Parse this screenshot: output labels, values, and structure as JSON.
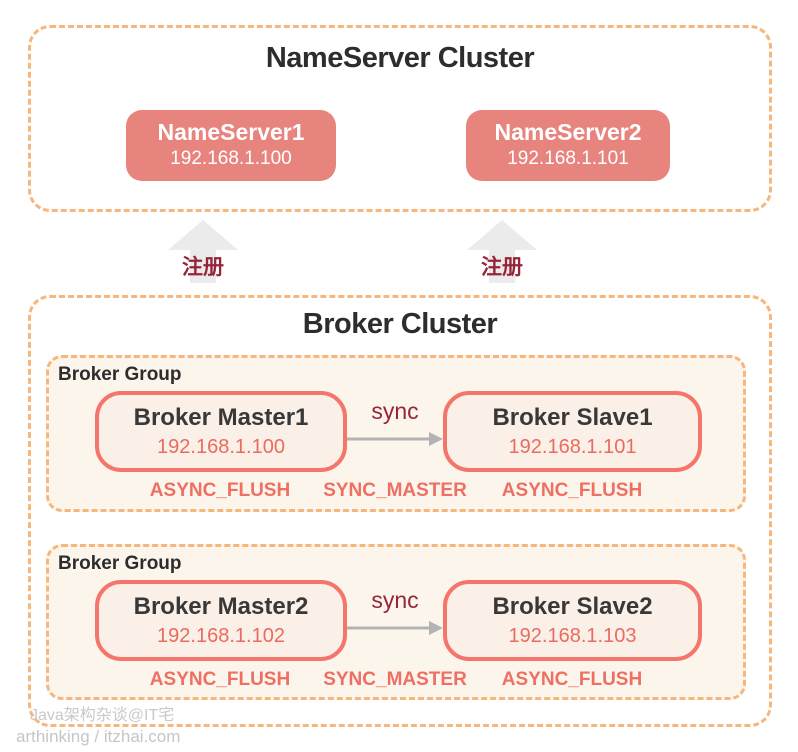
{
  "colors": {
    "dashed_border": "#f5b77d",
    "nameserver_fill": "#e8847e",
    "broker_border": "#f4756b",
    "broker_fill": "#fbf0e7",
    "group_fill": "#fcf5eb",
    "accent_red": "#ee6f63",
    "dark_red": "#96253a",
    "arrow_gray": "#ebebeb",
    "line_gray": "#b3b3b3"
  },
  "nameserver_cluster": {
    "title": "NameServer Cluster",
    "nodes": [
      {
        "name": "NameServer1",
        "ip": "192.168.1.100"
      },
      {
        "name": "NameServer2",
        "ip": "192.168.1.101"
      }
    ]
  },
  "register": [
    {
      "label": "注册"
    },
    {
      "label": "注册"
    }
  ],
  "broker_cluster": {
    "title": "Broker Cluster",
    "groups": [
      {
        "label": "Broker Group",
        "master_name": "Broker Master1",
        "master_ip": "192.168.1.100",
        "master_flush": "ASYNC_FLUSH",
        "sync_label": "sync",
        "sync_mode": "SYNC_MASTER",
        "slave_name": "Broker Slave1",
        "slave_ip": "192.168.1.101",
        "slave_flush": "ASYNC_FLUSH"
      },
      {
        "label": "Broker Group",
        "master_name": "Broker Master2",
        "master_ip": "192.168.1.102",
        "master_flush": "ASYNC_FLUSH",
        "sync_label": "sync",
        "sync_mode": "SYNC_MASTER",
        "slave_name": "Broker Slave2",
        "slave_ip": "192.168.1.103",
        "slave_flush": "ASYNC_FLUSH"
      }
    ]
  },
  "watermark": {
    "line1": "Java架构杂谈@IT宅",
    "line2": "arthinking / itzhai.com"
  }
}
